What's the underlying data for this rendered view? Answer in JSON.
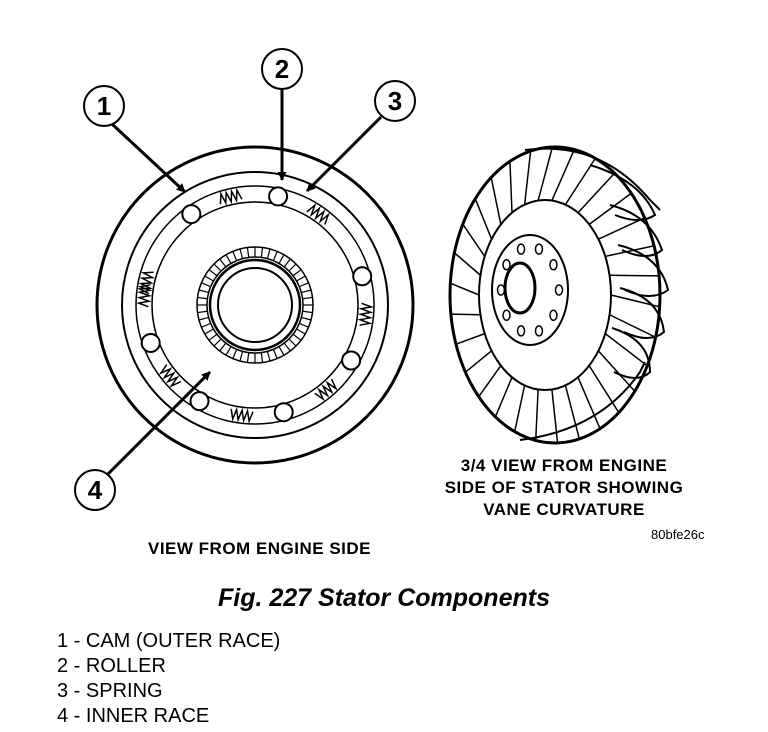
{
  "callouts": [
    "1",
    "2",
    "3",
    "4"
  ],
  "left_view": {
    "caption": "VIEW FROM ENGINE SIDE"
  },
  "right_view": {
    "caption_lines": [
      "3/4 VIEW FROM ENGINE",
      "SIDE OF STATOR SHOWING",
      "VANE CURVATURE"
    ]
  },
  "image_code": "80bfe26c",
  "figure_title": "Fig. 227 Stator Components",
  "legend": [
    "1 - CAM (OUTER RACE)",
    "2 - ROLLER",
    "3 - SPRING",
    "4 - INNER RACE"
  ]
}
